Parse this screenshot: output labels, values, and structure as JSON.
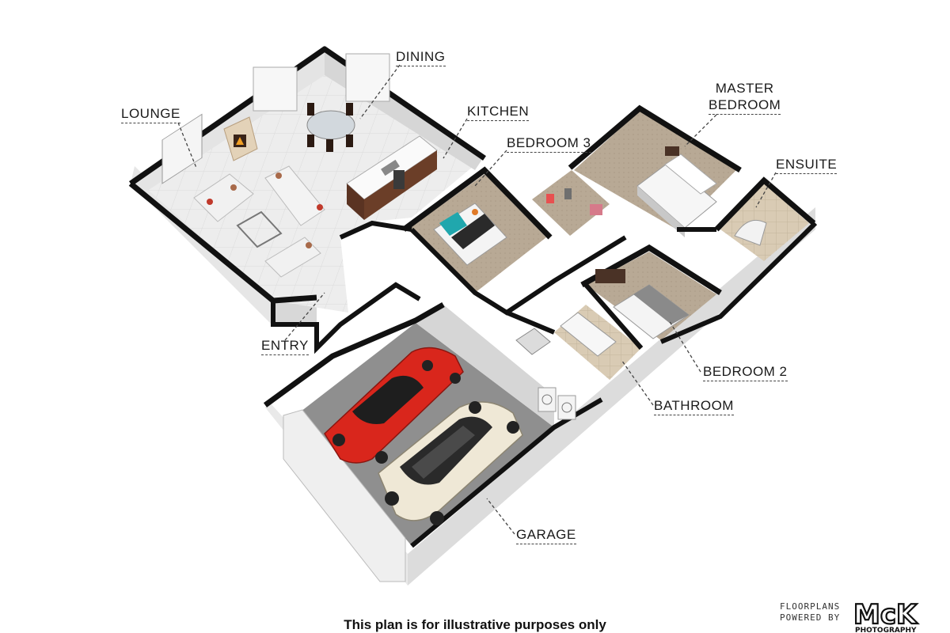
{
  "labels": {
    "lounge": "LOUNGE",
    "dining": "DINING",
    "kitchen": "KITCHEN",
    "bedroom3": "BEDROOM 3",
    "master_line1": "MASTER",
    "master_line2": "BEDROOM",
    "ensuite": "ENSUITE",
    "entry": "ENTRY",
    "bedroom2": "BEDROOM 2",
    "bathroom": "BATHROOM",
    "garage": "GARAGE"
  },
  "footer": {
    "disclaimer": "This plan is for illustrative purposes only",
    "credit_line1": "FLOORPLANS",
    "credit_line2": "POWERED BY",
    "logo_text": "McK",
    "logo_sub": "PHOTOGRAPHY"
  },
  "colors": {
    "wall_top": "#111111",
    "wall_side": "#e2e2e2",
    "floor_tile": "#ececec",
    "carpet": "#b9aa98",
    "garage_floor": "#8e8e8e",
    "red_car": "#d9261c",
    "cream_car": "#efe8d6",
    "teal_accent": "#1fa8b0"
  },
  "icons": [
    "fireplace-icon",
    "sofa-icon",
    "dining-table-icon",
    "bed-icon",
    "bathtub-icon",
    "shower-icon",
    "car-icon",
    "washer-icon"
  ]
}
